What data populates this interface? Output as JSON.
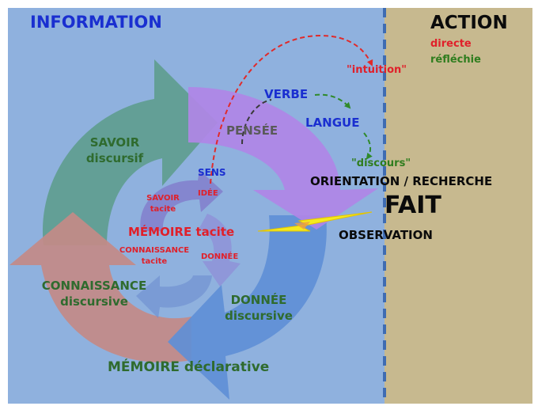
{
  "zones": {
    "information": "INFORMATION",
    "action": "ACTION",
    "action_modes": {
      "direct": "directe",
      "reflective": "réfléchie"
    }
  },
  "cycle": {
    "savoir": {
      "line1": "SAVOIR",
      "line2": "discursif"
    },
    "connaissance": {
      "line1": "CONNAISSANCE",
      "line2": "discursive"
    },
    "donnee": {
      "line1": "DONNÉE",
      "line2": "discursive"
    },
    "memoire_declarative": "MÉMOIRE déclarative",
    "memoire_tacite": "MÉMOIRE tacite",
    "savoir_tacite": {
      "line1": "SAVOIR",
      "line2": "tacite"
    },
    "connaissance_tacite": {
      "line1": "CONNAISSANCE",
      "line2": "tacite"
    },
    "donnee_tacite": "DONNÉE"
  },
  "thought": {
    "pensee": "PENSÉE",
    "sens": "SENS",
    "idee": "IDÉE",
    "verbe": "VERBE",
    "langue": "LANGUE",
    "intuition": "\"intuition\"",
    "discours": "\"discours\""
  },
  "fact": {
    "orientation": "ORIENTATION / RECHERCHE",
    "fait": "FAIT",
    "observation": "OBSERVATION"
  },
  "colors": {
    "information_bg": "#8fb1de",
    "action_bg": "#c7b98f",
    "savoir_arrow": "#5f9d8f",
    "connaissance_arrow": "#c38a87",
    "donnee_arrow": "#5f8fd6",
    "pensee_arrow": "#b085e6",
    "divider": "#3f6cb2",
    "intuition_arrow": "#e02a2a",
    "discours_arrow": "#2f8a2a",
    "lightning": "#f5ea1e"
  }
}
